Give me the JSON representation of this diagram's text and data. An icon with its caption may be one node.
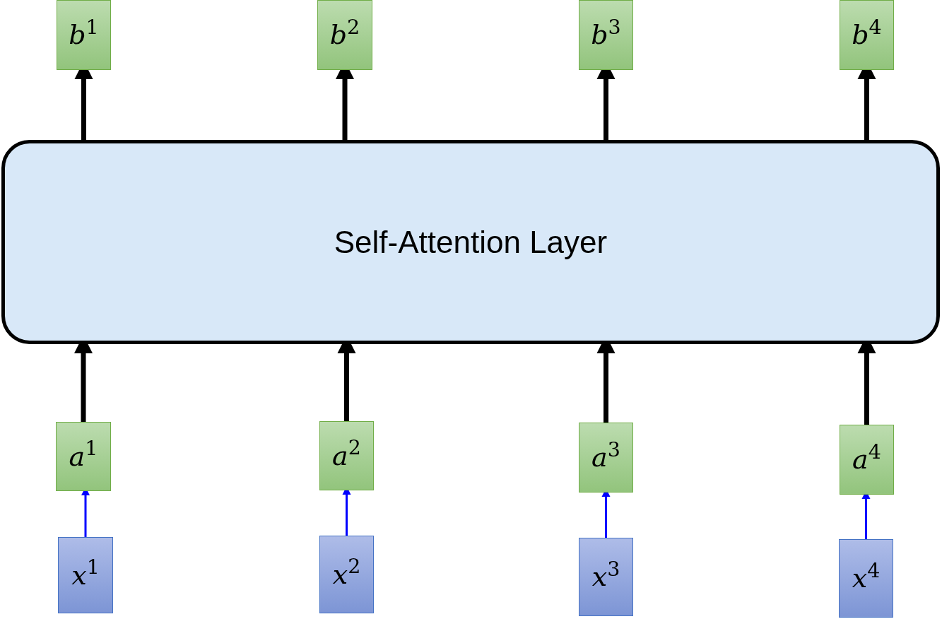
{
  "diagram": {
    "nodes": [
      {
        "text": [
          "*b*$^{1}$"
        ]
      },
      {
        "text": [
          "*b*$^{2}$"
        ]
      },
      {
        "text": [
          "*b*$^{3}$"
        ]
      },
      {
        "text": [
          "*b*$^{4}$"
        ]
      },
      {
        "text": [
          "Self-Attention Layer"
        ]
      },
      {
        "text": [
          "*a*$^{1}$"
        ]
      },
      {
        "text": [
          "*a*$^{2}$"
        ]
      },
      {
        "text": [
          "*a*$^{3}$"
        ]
      },
      {
        "text": [
          "*a*$^{4}$"
        ]
      },
      {
        "text": [
          "*x*$^{1}$"
        ]
      },
      {
        "text": [
          "*x*$^{2}$"
        ]
      },
      {
        "text": [
          "*x*$^{3}$"
        ]
      },
      {
        "text": [
          "*x*$^{4}$"
        ]
      }
    ],
    "edges": [
      {
        "from": 4,
        "to": 0,
        "arrow": "to"
      },
      {
        "from": 4,
        "to": 1,
        "arrow": "to"
      },
      {
        "from": 4,
        "to": 2,
        "arrow": "to"
      },
      {
        "from": 4,
        "to": 3,
        "arrow": "to"
      },
      {
        "from": 5,
        "to": 4,
        "arrow": "to"
      },
      {
        "from": 6,
        "to": 4,
        "arrow": "to"
      },
      {
        "from": 7,
        "to": 4,
        "arrow": "to"
      },
      {
        "from": 8,
        "to": 4,
        "arrow": "to"
      },
      {
        "from": 9,
        "to": 5,
        "arrow": "to",
        "color": "#0000ff"
      },
      {
        "from": 10,
        "to": 6,
        "arrow": "to",
        "color": "#0000ff"
      },
      {
        "from": 11,
        "to": 7,
        "arrow": "to",
        "color": "#0000ff"
      },
      {
        "from": 12,
        "to": 8,
        "arrow": "to",
        "color": "#0000ff"
      }
    ]
  }
}
